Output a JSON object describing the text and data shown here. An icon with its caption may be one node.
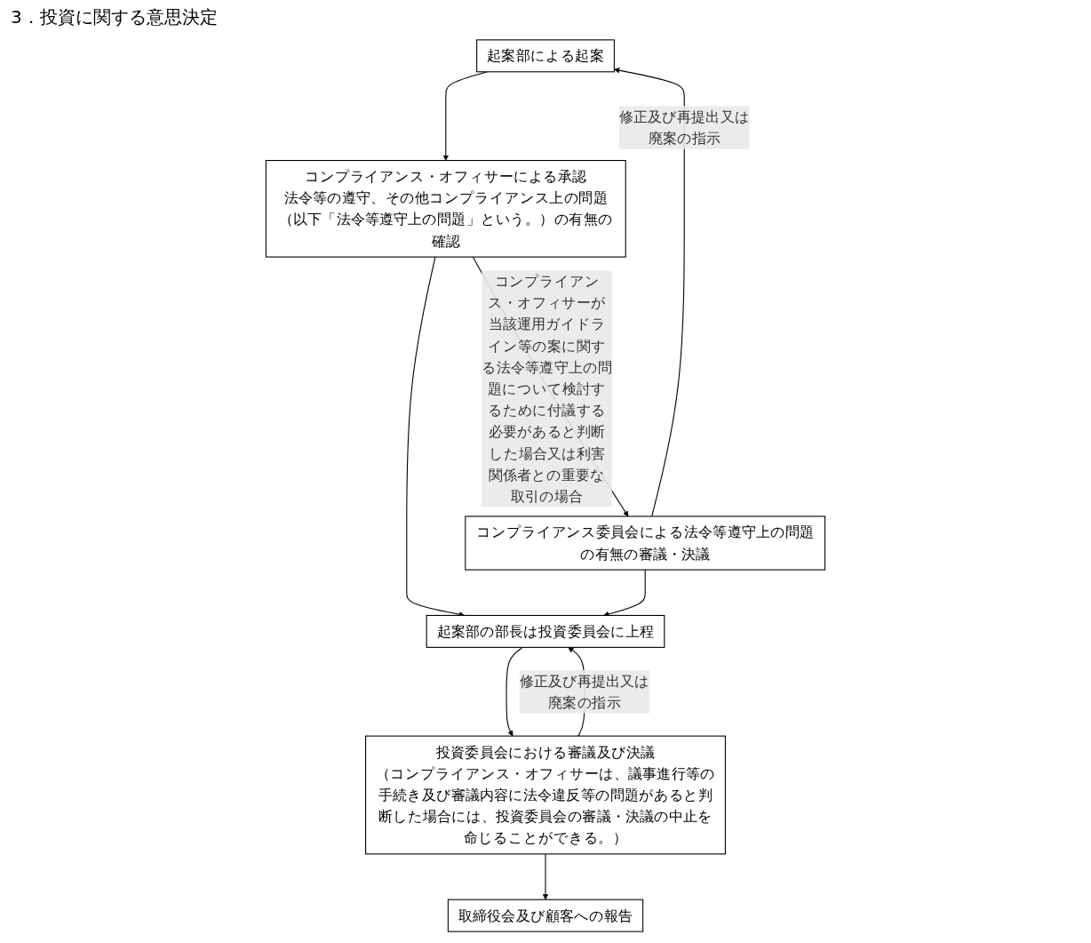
{
  "diagram": {
    "title": "3．投資に関する意思決定",
    "nodes": [
      {
        "text": [
          "起案部による起案"
        ]
      },
      {
        "text": [
          "コンプライアンス・オフィサーによる承認",
          "法令等の遵守、その他コンプライアンス上の問題（以下「法令等遵守上の問題」という。）の有無の確認"
        ]
      },
      {
        "text": [
          "コンプライアンス委員会による法令等遵守上の問題の有無の審議・決議"
        ]
      },
      {
        "text": [
          "起案部の部長は投資委員会に上程"
        ]
      },
      {
        "text": [
          "投資委員会における審議及び決議",
          "（コンプライアンス・オフィサーは、議事進行等の手続き及び審議内容に法令違反等の問題があると判断した場合には、投資委員会の審議・決議の中止を命じることができる。）"
        ]
      },
      {
        "text": [
          "取締役会及び顧客への報告"
        ]
      }
    ],
    "edges": [
      {
        "from": 0,
        "to": 1,
        "arrow": "to"
      },
      {
        "from": 1,
        "to": 2,
        "arrow": "to",
        "label": "コンプライアンス・オフィサーが当該運用ガイドライン等の案に関する法令等遵守上の問題について検討するために付議する必要があると判断した場合又は利害関係者との重要な取引の場合"
      },
      {
        "from": 1,
        "to": 3,
        "arrow": "to"
      },
      {
        "from": 2,
        "to": 3,
        "arrow": "to"
      },
      {
        "from": 3,
        "to": 4,
        "arrow": "to"
      },
      {
        "from": 4,
        "to": 5,
        "arrow": "to"
      },
      {
        "from": 2,
        "to": 0,
        "arrow": "to",
        "label": "修正及び再提出又は廃案の指示"
      },
      {
        "from": 4,
        "to": 3,
        "arrow": "to",
        "label": "修正及び再提出又は廃案の指示"
      }
    ]
  }
}
